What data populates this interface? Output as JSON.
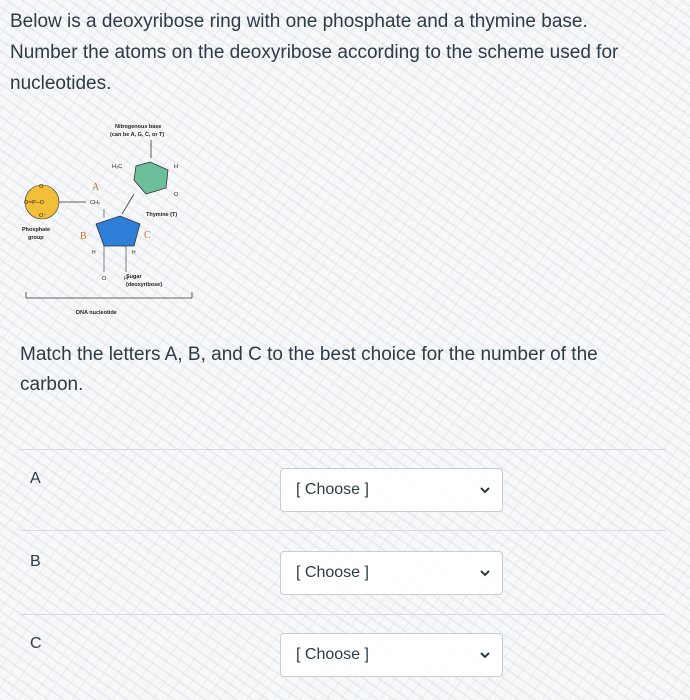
{
  "question": {
    "line1": "Below is a deoxyribose ring with one phosphate and a thymine base.",
    "line2": "Number the atoms on the deoxyribose according to the scheme used for",
    "line3": "nucleotides."
  },
  "diagram": {
    "labels": {
      "base_title": "Nitrogenous base",
      "base_sub": "(can be A, G, C, or T)",
      "thymine": "Thymine (T)",
      "phosphate": "Phosphate",
      "phosphate2": "group",
      "sugar": "Sugar",
      "sugar2": "(deoxyribose)",
      "dna": "DNA nucleotide",
      "letter_a": "A",
      "letter_b": "B",
      "letter_c": "C"
    },
    "colors": {
      "phosphate": "#f2c038",
      "sugar": "#2f7fd8",
      "base": "#6dbf9b",
      "letters": "#c96a2c"
    }
  },
  "match": {
    "line1": "Match the letters A, B, and C to the best choice for the number of the",
    "line2": "carbon."
  },
  "rows": [
    {
      "letter": "A",
      "choice": "[ Choose ]"
    },
    {
      "letter": "B",
      "choice": "[ Choose ]"
    },
    {
      "letter": "C",
      "choice": "[ Choose ]"
    }
  ]
}
